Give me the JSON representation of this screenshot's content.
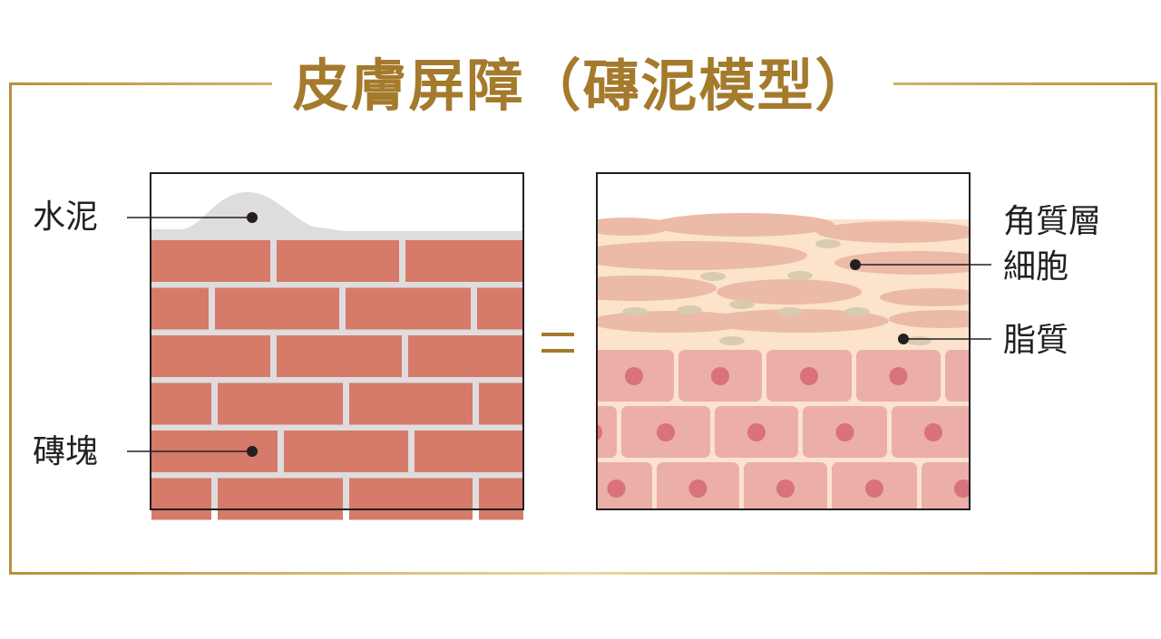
{
  "title": "皮膚屏障（磚泥模型）",
  "labels": {
    "mortar": "水泥",
    "brick": "磚塊",
    "corneocyte_line1": "角質層",
    "corneocyte_line2": "細胞",
    "lipid": "脂質"
  },
  "equals_sign": "=",
  "colors": {
    "gold": "#a47a2c",
    "brick": "#d67a6a",
    "mortar": "#dedcdc",
    "corneocyte": "#ebbba7",
    "lipid_bg": "#fbe3cc",
    "lipid_spot": "#d9cbb0",
    "cell": "#ebaea8",
    "nucleus": "#d9727a"
  }
}
